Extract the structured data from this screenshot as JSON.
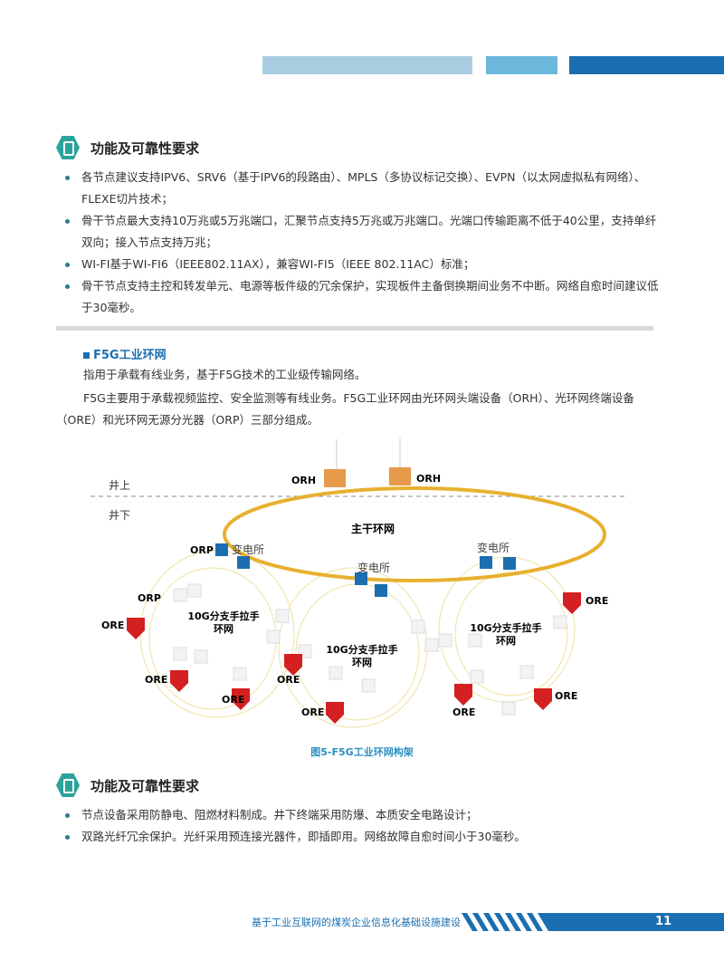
{
  "section1": {
    "heading": "功能及可靠性要求",
    "bullets": [
      "各节点建议支持IPV6、SRV6（基于IPV6的段路由）、MPLS（多协议标记交换）、EVPN（以太网虚拟私有网络）、FLEXE切片技术；",
      "骨干节点最大支持10万兆或5万兆端口，汇聚节点支持5万兆或万兆端口。光端口传输距离不低于40公里，支持单纤双向；接入节点支持万兆；",
      "WI-FI基于WI-FI6（IEEE802.11AX），兼容WI-FI5（IEEE 802.11AC）标准；",
      "骨干节点支持主控和转发单元、电源等板件级的冗余保护，实现板件主备倒换期间业务不中断。网络自愈时间建议低于30毫秒。"
    ]
  },
  "f5g": {
    "title": "F5G工业环网",
    "para1": "指用于承载有线业务，基于F5G技术的工业级传输网络。",
    "para2": "F5G主要用于承载视频监控、安全监测等有线业务。F5G工业环网由光环网头端设备（ORH）、光环网终端设备（ORE）和光环网无源分光器（ORP）三部分组成。"
  },
  "diagram": {
    "above": "井上",
    "below": "井下",
    "main_ring": "主干环网",
    "orh": "ORH",
    "orp": "ORP",
    "ore": "ORE",
    "substation": "变电所",
    "branch_ring_1": "10G分支手拉手",
    "branch_ring_2": "环网",
    "caption": "图5-F5G工业环网构架"
  },
  "section2": {
    "heading": "功能及可靠性要求",
    "bullets": [
      "节点设备采用防静电、阻燃材料制成。井下终端采用防爆、本质安全电路设计；",
      "双路光纤冗余保护。光纤采用预连接光器件，即插即用。网络故障自愈时间小于30毫秒。"
    ]
  },
  "footer": {
    "title": "基于工业互联网的煤炭企业信息化基础设施建设",
    "page_number": "11"
  },
  "colors": {
    "accent": "#1b6fb0",
    "teal": "#2aa39a",
    "ring": "#e8b030",
    "ore": "#d42020"
  }
}
